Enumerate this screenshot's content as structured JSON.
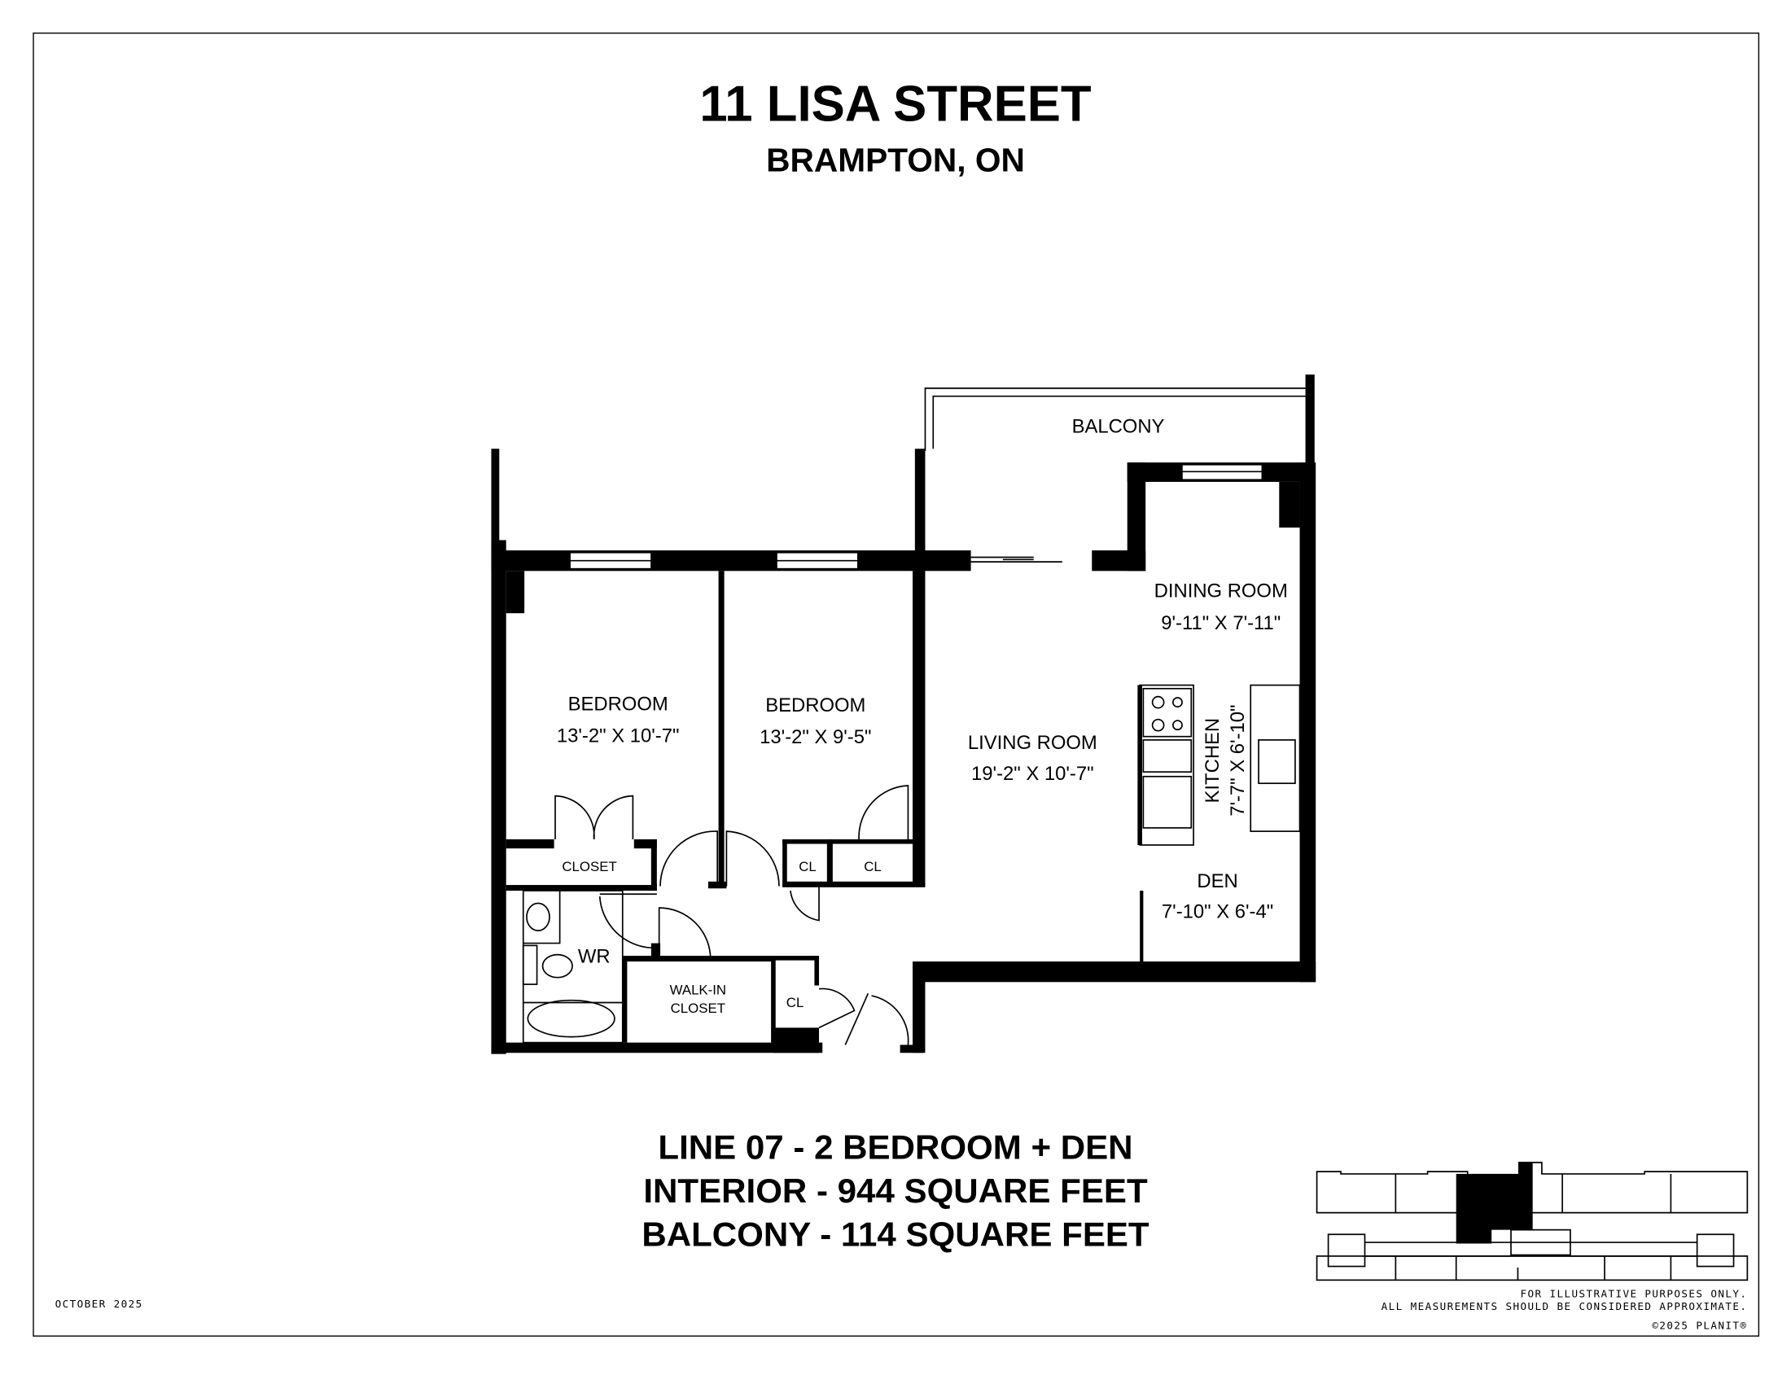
{
  "header": {
    "title": "11 LISA STREET",
    "subtitle": "BRAMPTON, ON"
  },
  "rooms": {
    "balcony": {
      "name": "BALCONY"
    },
    "bedroom1": {
      "name": "BEDROOM",
      "size": "13'-2\" X 10'-7\""
    },
    "bedroom2": {
      "name": "BEDROOM",
      "size": "13'-2\" X 9'-5\""
    },
    "living": {
      "name": "LIVING ROOM",
      "size": "19'-2\" X 10'-7\""
    },
    "dining": {
      "name": "DINING ROOM",
      "size": "9'-11\" X 7'-11\""
    },
    "kitchen": {
      "name": "KITCHEN",
      "size": "7'-7\" X 6'-10\""
    },
    "den": {
      "name": "DEN",
      "size": "7'-10\" X 6'-4\""
    },
    "closet": {
      "name": "CLOSET"
    },
    "cl1": {
      "name": "CL"
    },
    "cl2": {
      "name": "CL"
    },
    "cl3": {
      "name": "CL"
    },
    "wr": {
      "name": "WR"
    },
    "walkin": {
      "line1": "WALK-IN",
      "line2": "CLOSET"
    }
  },
  "summary": {
    "line": "LINE 07 - 2 BEDROOM + DEN",
    "interior": "INTERIOR - 944 SQUARE FEET",
    "balcony": "BALCONY - 114 SQUARE FEET"
  },
  "footer": {
    "date": "OCTOBER 2025",
    "disclaimer1": "FOR ILLUSTRATIVE PURPOSES ONLY.",
    "disclaimer2": "ALL MEASUREMENTS SHOULD BE CONSIDERED APPROXIMATE.",
    "copyright": "©2025 PLANIT®"
  }
}
